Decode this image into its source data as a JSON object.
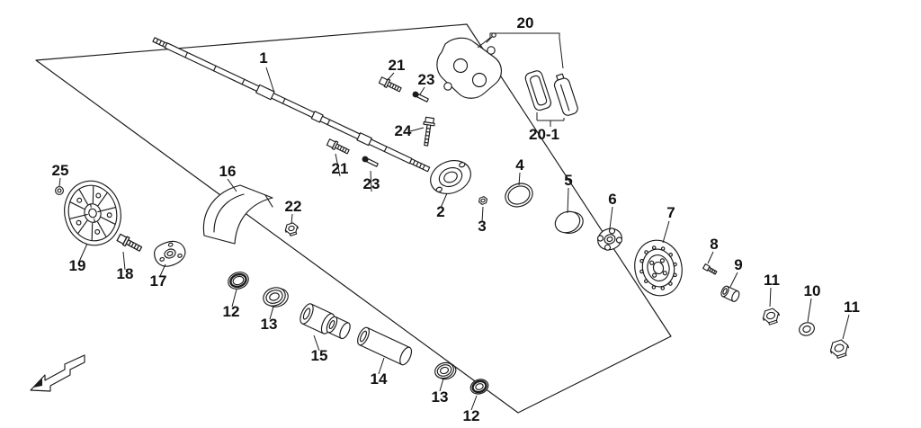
{
  "diagram": {
    "background_color": "#ffffff",
    "line_color": "#1a1a1a",
    "part_labels": [
      {
        "text": "1"
      },
      {
        "text": "21"
      },
      {
        "text": "23"
      },
      {
        "text": "24"
      },
      {
        "text": "21"
      },
      {
        "text": "23"
      },
      {
        "text": "20"
      },
      {
        "text": "20-1"
      },
      {
        "text": "2"
      },
      {
        "text": "3"
      },
      {
        "text": "4"
      },
      {
        "text": "5"
      },
      {
        "text": "6"
      },
      {
        "text": "7"
      },
      {
        "text": "8"
      },
      {
        "text": "9"
      },
      {
        "text": "11"
      },
      {
        "text": "10"
      },
      {
        "text": "11"
      },
      {
        "text": "25"
      },
      {
        "text": "19"
      },
      {
        "text": "18"
      },
      {
        "text": "17"
      },
      {
        "text": "16"
      },
      {
        "text": "22"
      },
      {
        "text": "12"
      },
      {
        "text": "13"
      },
      {
        "text": "15"
      },
      {
        "text": "14"
      },
      {
        "text": "13"
      },
      {
        "text": "12"
      }
    ]
  }
}
